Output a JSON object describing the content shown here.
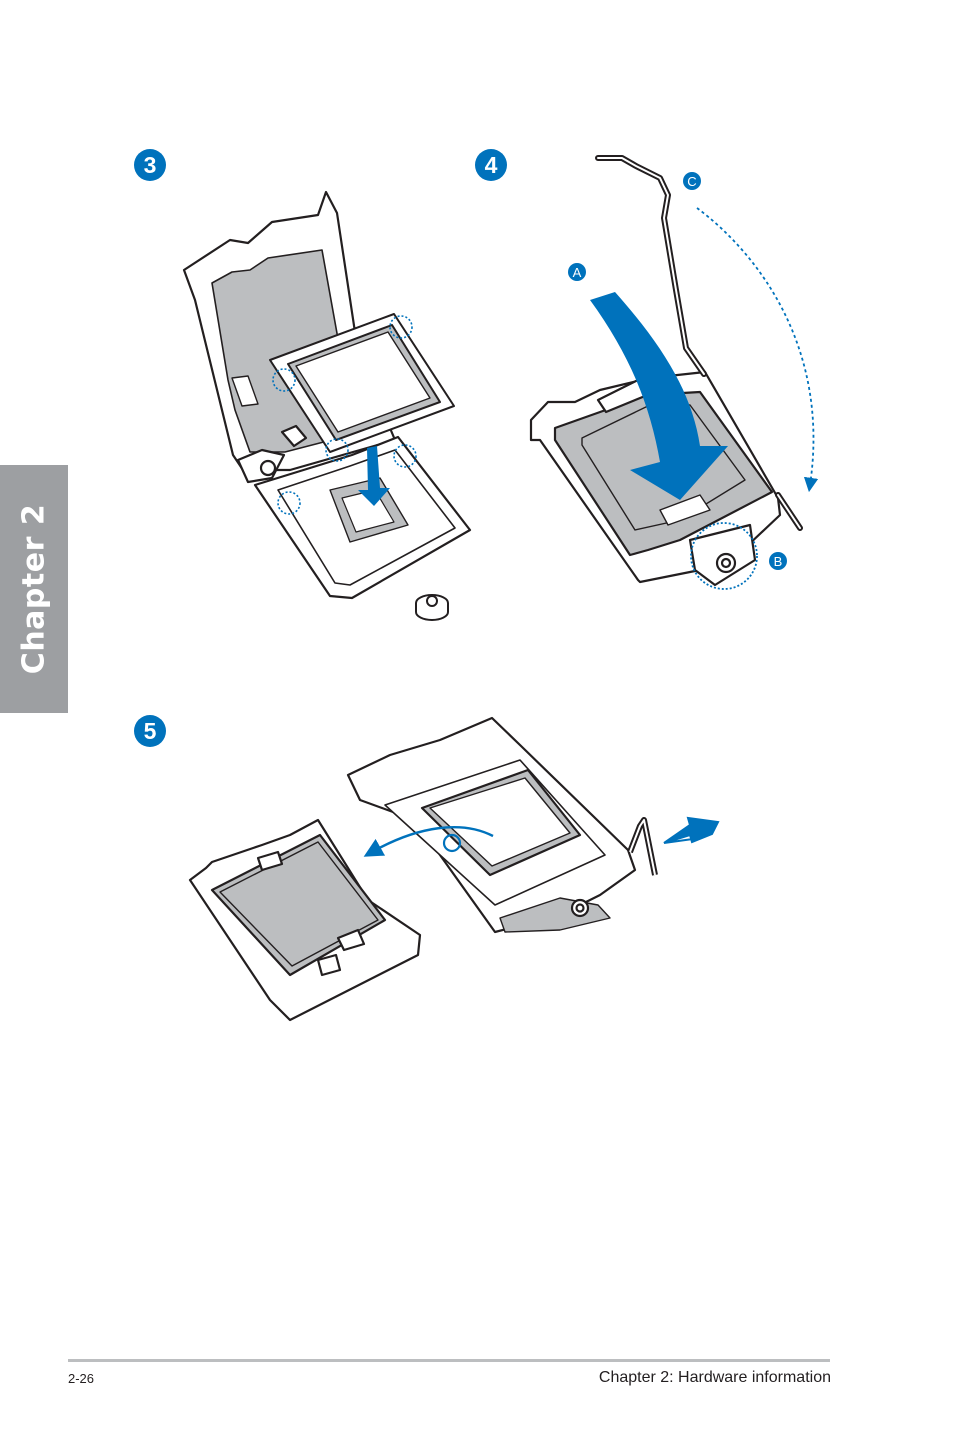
{
  "sidebar": {
    "chapter_label": "Chapter 2"
  },
  "steps": [
    {
      "number": "3"
    },
    {
      "number": "4",
      "callouts": [
        "A",
        "B",
        "C"
      ]
    },
    {
      "number": "5"
    }
  ],
  "colors": {
    "accent": "#0072bc",
    "tab": "#9d9fa2",
    "line": "#231f20",
    "fill": "#bcbec0"
  },
  "footer": {
    "page_number": "2-26",
    "title": "Chapter 2: Hardware information"
  }
}
